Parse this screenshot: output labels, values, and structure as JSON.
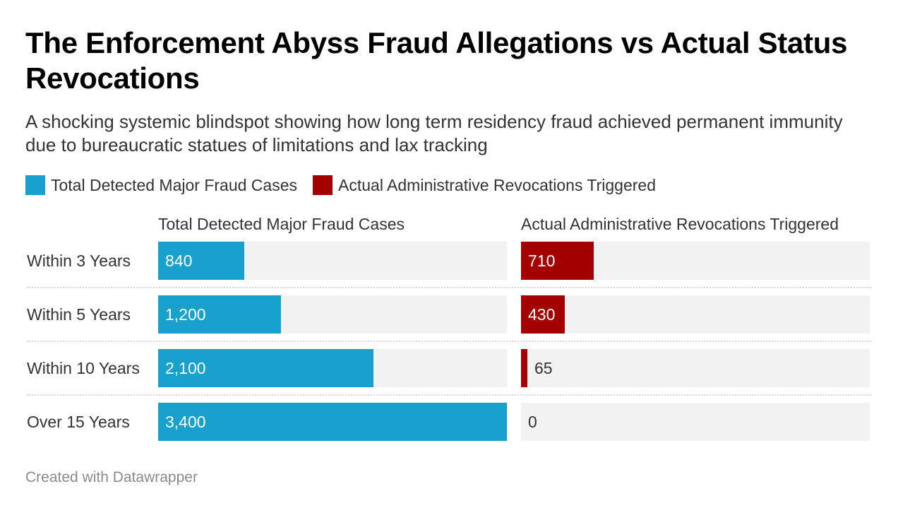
{
  "header": {
    "title": "The Enforcement Abyss Fraud Allegations vs Actual Status Revocations",
    "subtitle": "A shocking systemic blindspot showing how long term residency fraud achieved permanent immunity due to bureaucratic statues of limitations and lax tracking"
  },
  "legend": [
    {
      "label": "Total Detected Major Fraud Cases",
      "color": "#18a1cd"
    },
    {
      "label": "Actual Administrative Revocations Triggered",
      "color": "#a50000"
    }
  ],
  "footer": {
    "credit": "Created with Datawrapper"
  },
  "chart_data": {
    "type": "bar",
    "orientation": "horizontal",
    "layout": "split-bars",
    "categories": [
      "Within 3 Years",
      "Within 5 Years",
      "Within 10 Years",
      "Over 15 Years"
    ],
    "series": [
      {
        "name": "Total Detected Major Fraud Cases",
        "values": [
          840,
          1200,
          2100,
          3400
        ],
        "labels": [
          "840",
          "1,200",
          "2,100",
          "3,400"
        ],
        "color": "#18a1cd",
        "max": 3400
      },
      {
        "name": "Actual Administrative Revocations Triggered",
        "values": [
          710,
          430,
          65,
          0
        ],
        "labels": [
          "710",
          "430",
          "65",
          "0"
        ],
        "color": "#a50000",
        "max": 3400
      }
    ],
    "title": "The Enforcement Abyss Fraud Allegations vs Actual Status Revocations",
    "legend_position": "top-left",
    "grid": false
  }
}
